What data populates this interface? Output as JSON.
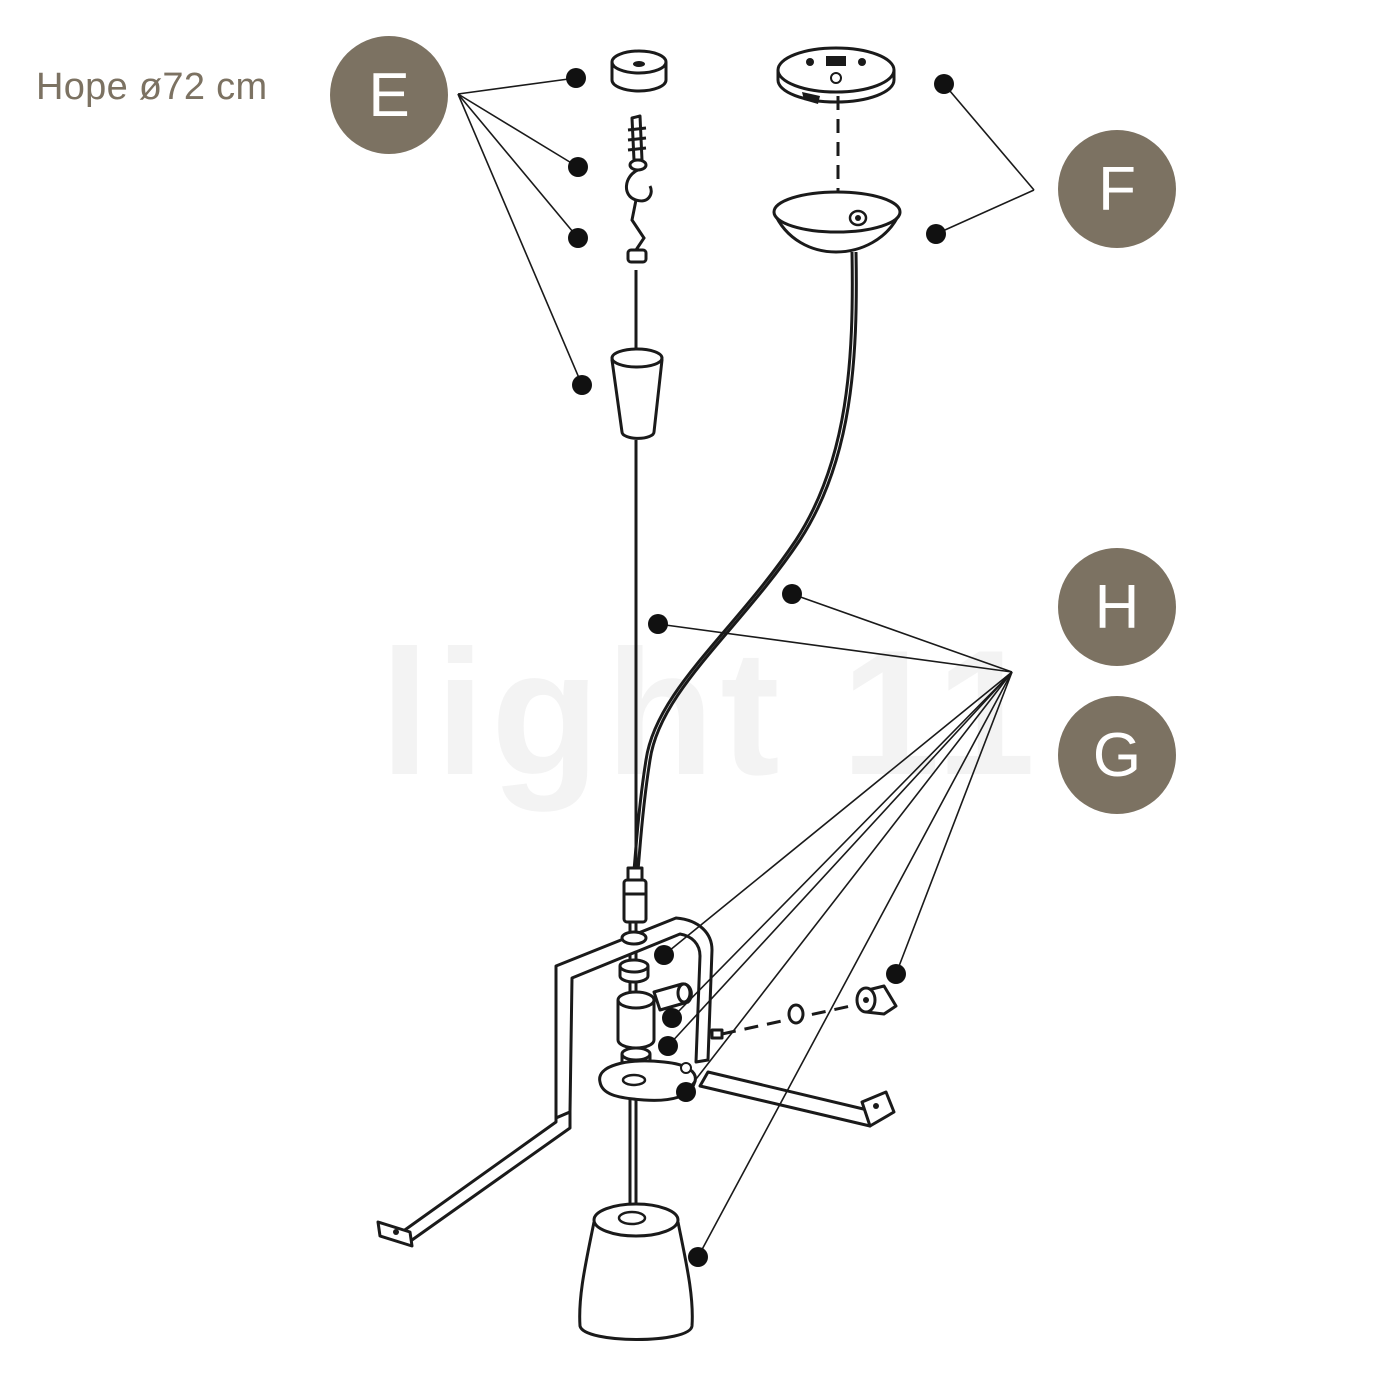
{
  "title": "Hope ø72 cm",
  "watermark": "light 11",
  "colors": {
    "badge": "#7c7262",
    "line": "#1a1a1a"
  },
  "badges": {
    "e": "E",
    "f": "F",
    "h": "H",
    "g": "G"
  }
}
